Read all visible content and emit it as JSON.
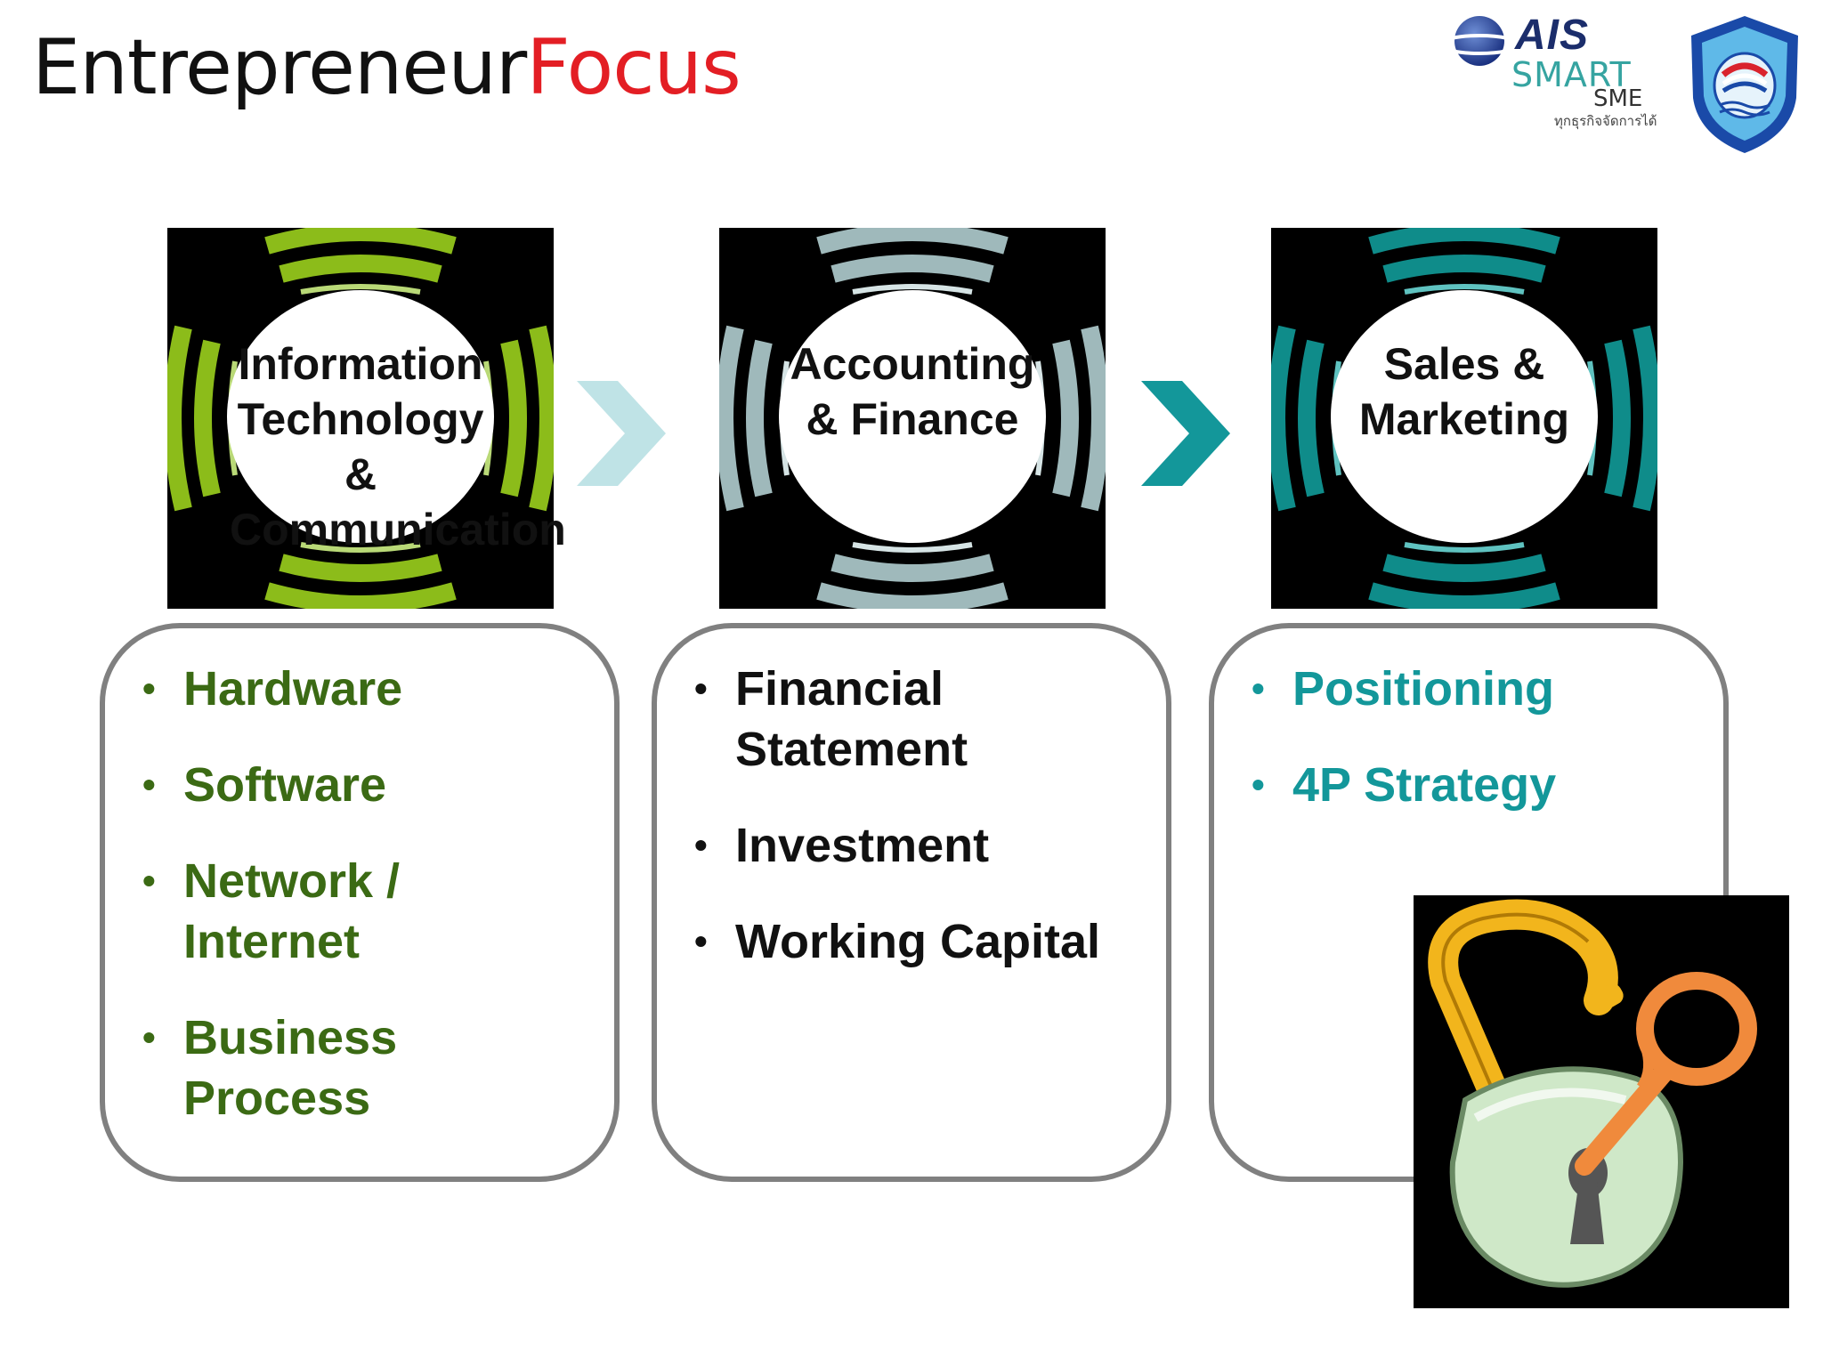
{
  "title": {
    "part1": "Entrepreneur",
    "part2": "Focus"
  },
  "logos": {
    "ais_word": "AIS",
    "smart_word": "SMART",
    "sme_word": "SME",
    "thai_tagline": "ทุกธุรกิจจัดการได้"
  },
  "stages": [
    {
      "label": "Information Technology & Communication",
      "color": "#8cbc1a"
    },
    {
      "label": "Accounting & Finance",
      "color": "#9fb9bb"
    },
    {
      "label": "Sales & Marketing",
      "color": "#0f8c8a"
    }
  ],
  "cards": {
    "it": {
      "items": [
        "Hardware",
        "Software",
        "Network / Internet",
        "Business Process"
      ]
    },
    "finance": {
      "items": [
        "Financial Statement",
        "Investment",
        "Working Capital"
      ]
    },
    "marketing": {
      "items": [
        "Positioning",
        "4P Strategy"
      ]
    }
  },
  "colors": {
    "title_dark": "#111111",
    "title_accent": "#e31e24",
    "it_text": "#3b6a14",
    "marketing_text": "#13979a",
    "arrow_light": "#bfe3e6",
    "arrow_dark": "#13979a",
    "card_border": "#808080"
  }
}
